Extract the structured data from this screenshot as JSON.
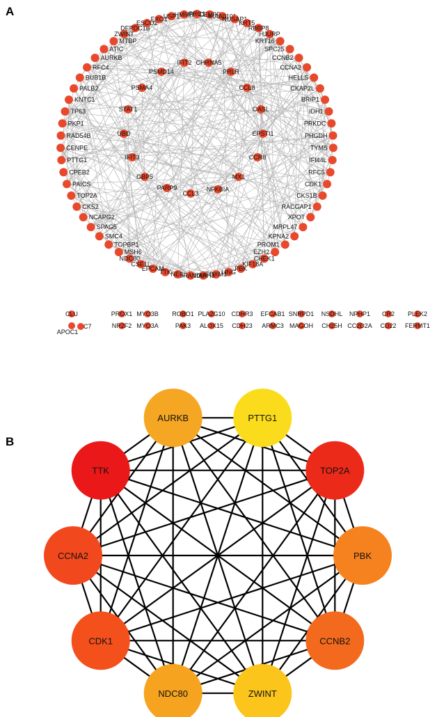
{
  "panels": {
    "a": "A",
    "b": "B"
  },
  "network_a": {
    "node_color": "#e8492d",
    "edge_color": "#b4b4b4",
    "outer_ring": [
      "PRC1",
      "CENPF",
      "KIAA0101",
      "NUSAP1",
      "KRT5",
      "RBBP8",
      "HJURP",
      "KRT16",
      "SPC25",
      "CCNB2",
      "CCNA2",
      "HELLS",
      "CKAP2L",
      "BRIP1",
      "IDH1",
      "PRKDC",
      "PHGDH",
      "TYMS",
      "IFI44L",
      "RFC5",
      "CDK1",
      "CKS1B",
      "RACGAP1",
      "XPOT",
      "MRPL47",
      "KPNA2",
      "PROM1",
      "EZH2",
      "CHEK1",
      "KIF18A",
      "PBK",
      "LING",
      "FOXM1",
      "DIAPH3",
      "NDRANDIA",
      "NEIL",
      "TTK",
      "EPCAM",
      "CSE1L",
      "NDC80",
      "MSH6",
      "TOPBP1",
      "SMC4",
      "SPAG5",
      "NCAPG2",
      "CKS2",
      "TOP2A",
      "PAICS",
      "CPEB2",
      "PTTG1",
      "CENPE",
      "RAD54B",
      "PKP1",
      "TP63",
      "KNTC1",
      "PALB2",
      "BUB1B",
      "RFC4",
      "AURKB",
      "ATIC",
      "MTBP",
      "ZWINT",
      "DEPDC1B",
      "ESCO2",
      "EXO1",
      "USP1",
      "HMMR"
    ],
    "inner_nodes": [
      "IFIT2",
      "CHRNA5",
      "PSMD14",
      "PRLR",
      "PSMA4",
      "CCL8",
      "STAT1",
      "OASL",
      "UBD",
      "EPSTI1",
      "IFIT3",
      "CCR8",
      "GBP5",
      "MX1",
      "PARP9",
      "NFKBIA",
      "CCL3"
    ],
    "isolated_row1": [
      "CLU",
      "PROX1",
      "MYO3B",
      "ROBO1",
      "PLA2G10",
      "CDHR3",
      "EFCAB1",
      "SNRPD1",
      "NSDHL",
      "NPHP1",
      "CR2",
      "PLEK2"
    ],
    "isolated_row2": [
      "C7",
      "NR2F2",
      "MYO3A",
      "PAK3",
      "ALOX15",
      "CDH23",
      "ARMC3",
      "MAGOH",
      "CH25H",
      "CC2D2A",
      "CD22",
      "FERMT1"
    ],
    "apoc1_label": "APOC1"
  },
  "network_b": {
    "edge_color": "#000000",
    "nodes": [
      {
        "name": "AURKB",
        "color": "#f5a623"
      },
      {
        "name": "PTTG1",
        "color": "#fbdc1c"
      },
      {
        "name": "TOP2A",
        "color": "#ec2a19"
      },
      {
        "name": "PBK",
        "color": "#f6821f"
      },
      {
        "name": "CCNB2",
        "color": "#f36a1e"
      },
      {
        "name": "ZWINT",
        "color": "#fbc51b"
      },
      {
        "name": "NDC80",
        "color": "#f6a420"
      },
      {
        "name": "CDK1",
        "color": "#f3501c"
      },
      {
        "name": "CCNA2",
        "color": "#f2481e"
      },
      {
        "name": "TTK",
        "color": "#ea1818"
      }
    ]
  }
}
